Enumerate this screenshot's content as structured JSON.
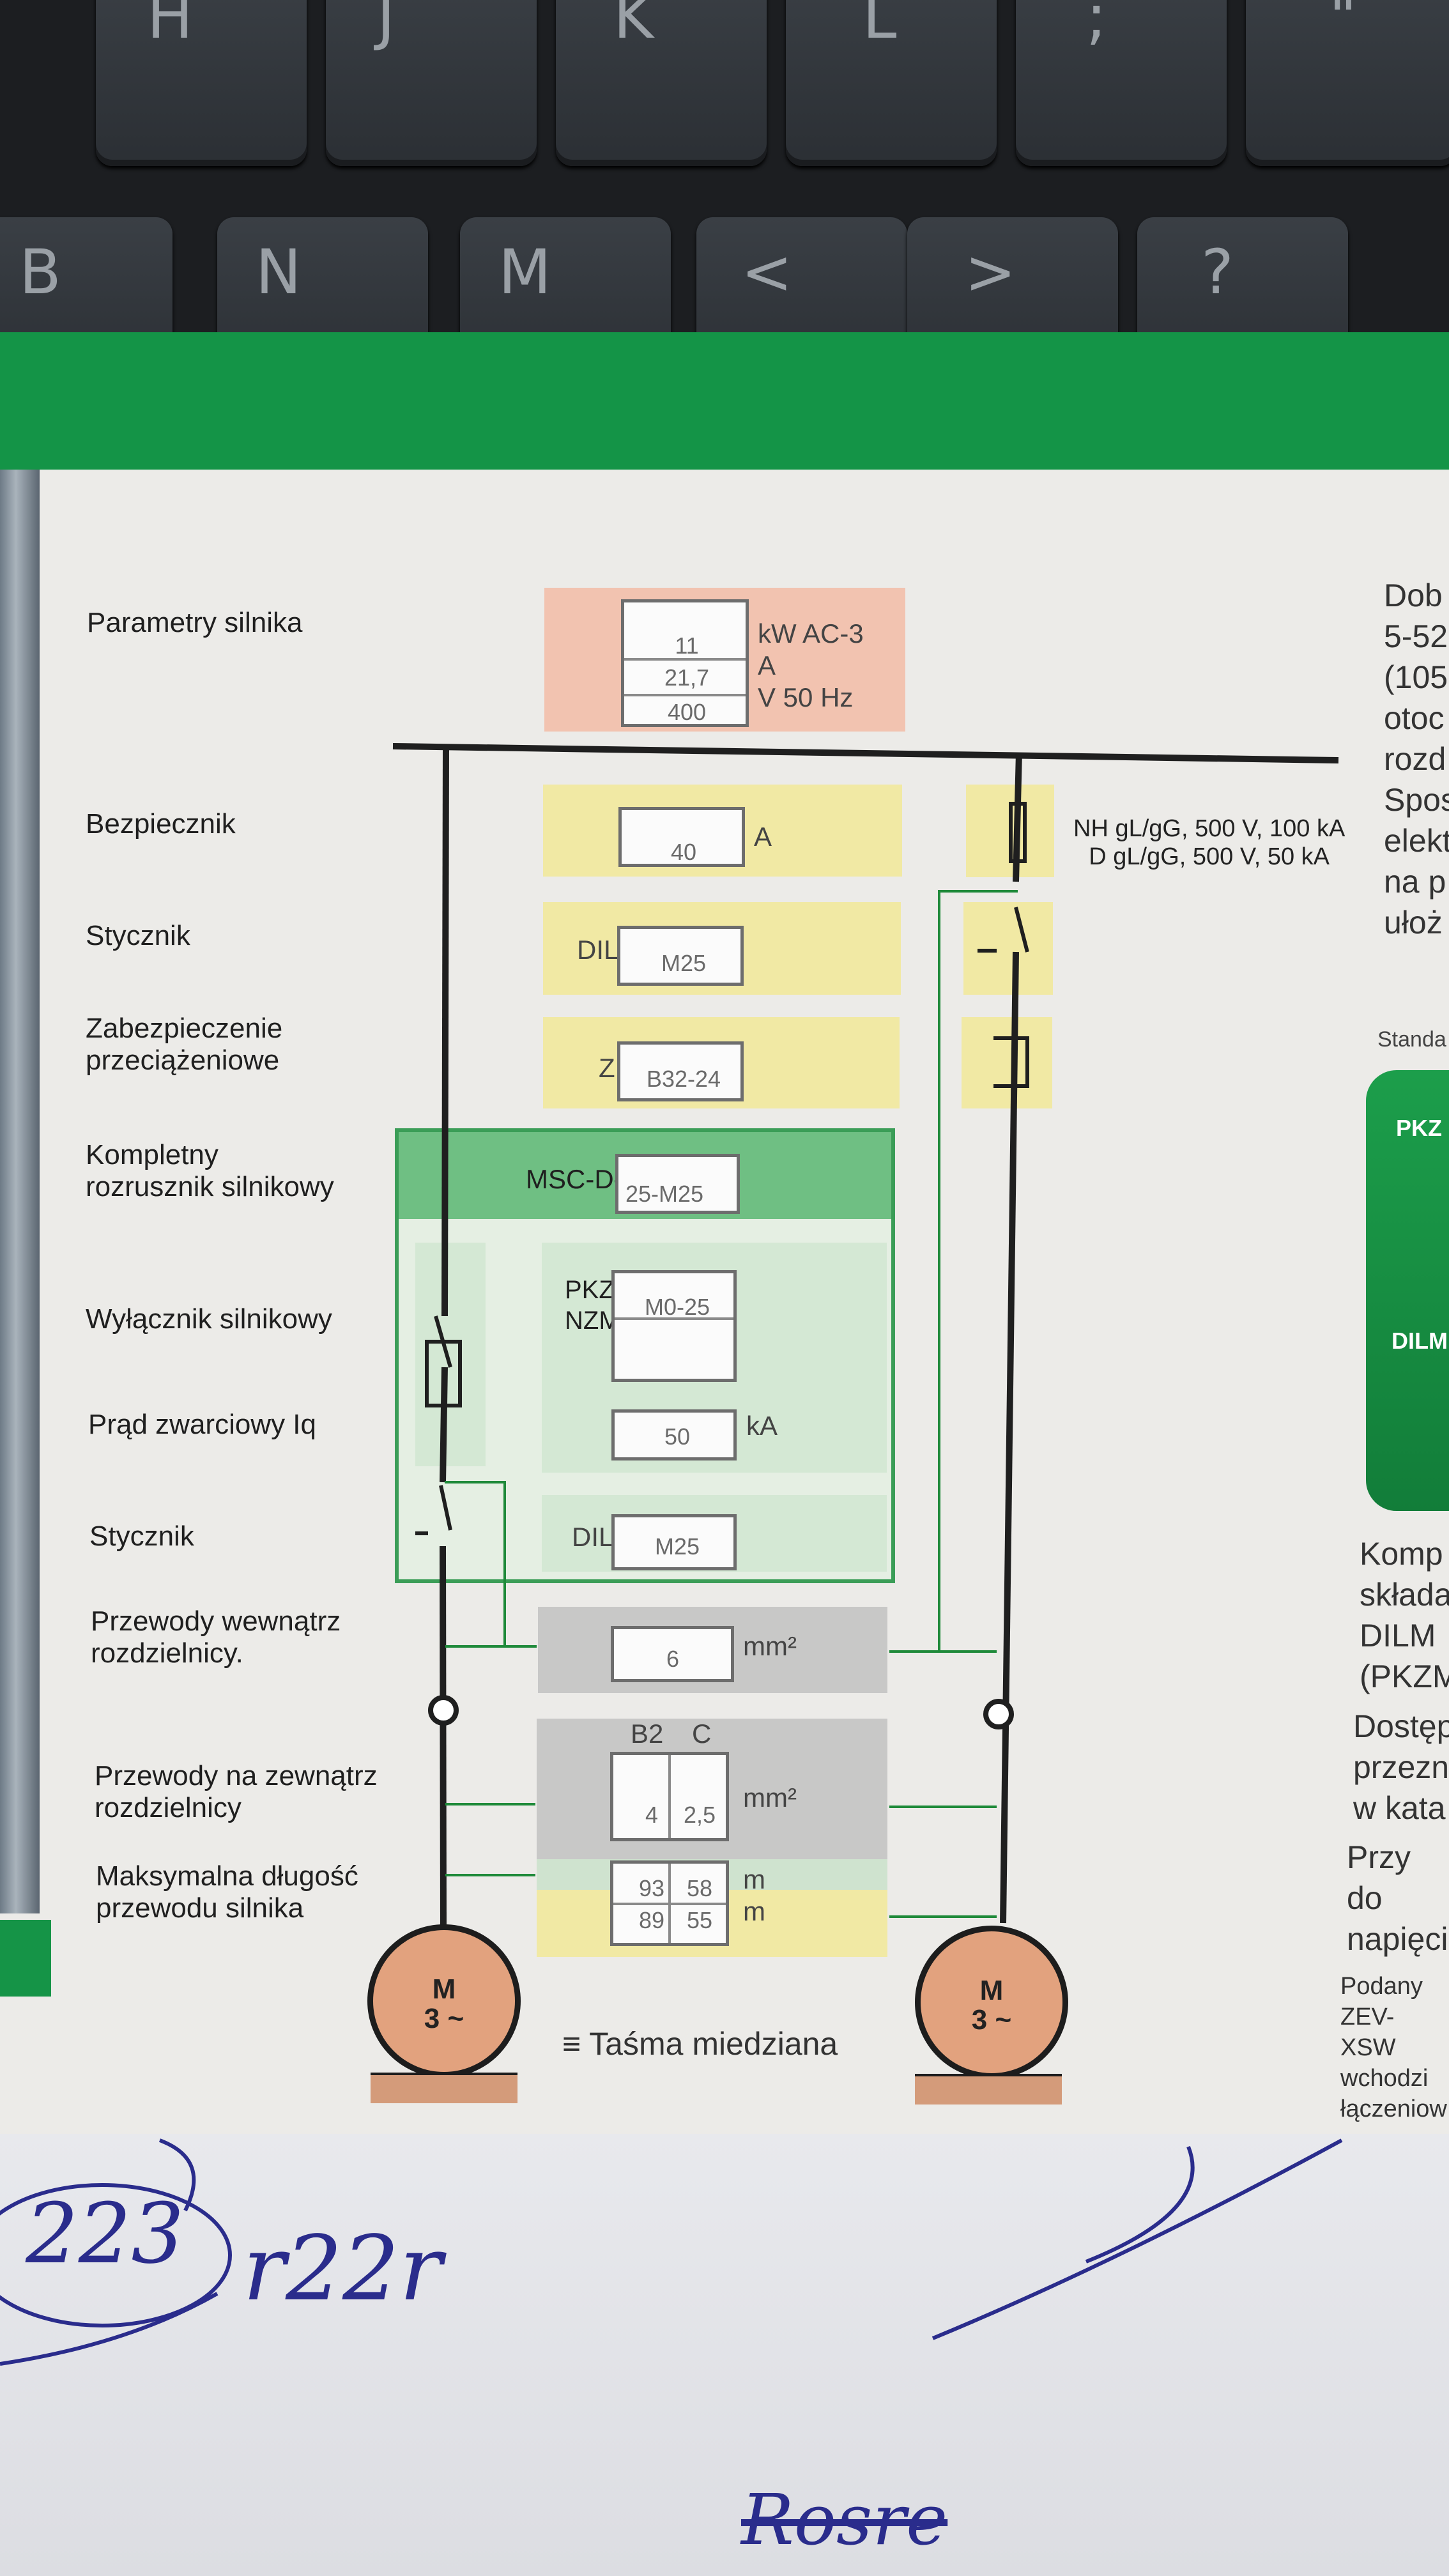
{
  "keyboard": {
    "row1": [
      "H",
      "J",
      "K",
      "L",
      ";",
      "\""
    ],
    "row2": [
      "B",
      "N",
      "M",
      "<",
      ">",
      "?"
    ]
  },
  "rows": {
    "motor_params": "Parametry silnika",
    "fuse": "Bezpiecznik",
    "contactor": "Stycznik",
    "overload": "Zabezpieczenie\nprzeciążeniowe",
    "complete_starter": "Kompletny\nrozrusznik silnikowy",
    "motor_breaker": "Wyłącznik silnikowy",
    "short_circuit": "Prąd zwarciowy Iq",
    "contactor2": "Stycznik",
    "wires_inside": "Przewody wewnątrz\nrozdzielnicy.",
    "wires_outside": "Przewody na zewnątrz\nrozdzielnicy",
    "max_length": "Maksymalna długość\nprzewodu silnika"
  },
  "values": {
    "power": "11",
    "current": "21,7",
    "voltage": "400",
    "power_unit": "kW AC-3",
    "current_unit": "A",
    "voltage_unit": "V 50 Hz",
    "fuse": "40",
    "fuse_unit": "A",
    "dil_prefix": "DIL",
    "contactor": "M25",
    "z_prefix": "Z",
    "overload": "B32-24",
    "msc_prefix": "MSC-D-",
    "starter": "25-M25",
    "pkz_prefix": "PKZ\nNZM",
    "breaker": "M0-25",
    "iq": "50",
    "iq_unit": "kA",
    "dil2_prefix": "DIL",
    "contactor2": "M25",
    "wire_inside": "6",
    "mm2": "mm²",
    "col_b2": "B2",
    "col_c": "C",
    "wire_b2": "4",
    "wire_c": "2,5",
    "mm2_2": "mm²",
    "len_1_b2": "93",
    "len_1_c": "58",
    "len_2_b2": "89",
    "len_2_c": "55",
    "m1": "m",
    "m2": "m"
  },
  "fuse_note": "NH gL/gG, 500 V, 100 kA\nD gL/gG, 500 V, 50 kA",
  "motor_label": "M\n3 ~",
  "copper_note": "≡ Taśma miedziana",
  "right_column_text": "Dob\n5-52\n(105\notoc\nrozd\nSpos\nelekt\nna p\nułoż",
  "standard_label": "Standa",
  "pkz_tab": "PKZ",
  "dilm_tab": "DILM",
  "right_column_text2": "Komp\nskłada\nDILM\n(PKZM",
  "right_column_text3": "Dostęp\nprzezn\nw kata",
  "right_column_text4": "Przy do\nnapięci",
  "footnote": "Podany\nZEV-XSW\nwchodzi\nłączeniow",
  "handwriting": {
    "left": "223",
    "middle": "r22r",
    "bottom": "Rosre"
  }
}
